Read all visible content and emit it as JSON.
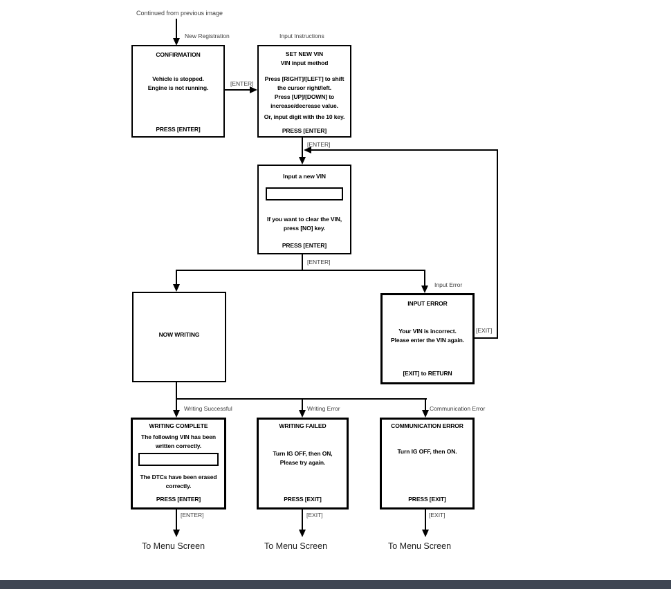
{
  "diagram": {
    "continued_label": "Continued from previous image",
    "branch_labels": {
      "new_registration": "New Registration",
      "input_instructions": "Input Instructions",
      "input_error": "Input Error",
      "writing_successful": "Writing Successful",
      "writing_error": "Writing Error",
      "communication_error": "Communication Error"
    },
    "key_labels": {
      "enter": "[ENTER]",
      "exit": "[EXIT]"
    },
    "to_menu_screen": "To Menu Screen",
    "boxes": {
      "confirmation": {
        "title": "CONFIRMATION",
        "line1": "Vehicle is stopped.",
        "line2": "Engine is not running.",
        "footer": "PRESS [ENTER]"
      },
      "set_new_vin": {
        "title1": "SET NEW VIN",
        "title2": "VIN input method",
        "line1": "Press [RIGHT]/[LEFT] to shift",
        "line2": "the cursor right/left.",
        "line3": "Press [UP]/[DOWN] to",
        "line4": "increase/decrease value.",
        "line5": "Or, input digit with the 10 key.",
        "footer": "PRESS [ENTER]"
      },
      "input_new_vin": {
        "title": "Input a new VIN",
        "vin_field_value": "",
        "line1": "If you want to clear the VIN,",
        "line2": "press [NO] key.",
        "footer": "PRESS [ENTER]"
      },
      "now_writing": {
        "title": "NOW WRITING"
      },
      "input_error": {
        "title": "INPUT ERROR",
        "line1": "Your VIN is incorrect.",
        "line2": "Please enter the VIN again.",
        "footer": "[EXIT] to RETURN"
      },
      "writing_complete": {
        "title": "WRITING COMPLETE",
        "line1": "The following VIN has been",
        "line2": "written correctly.",
        "vin_field_value": "",
        "line3": "The DTCs have been erased",
        "line4": "correctly.",
        "footer": "PRESS [ENTER]"
      },
      "writing_failed": {
        "title": "WRITING FAILED",
        "line1": "Turn IG OFF, then ON,",
        "line2": "Please try again.",
        "footer": "PRESS [EXIT]"
      },
      "communication_error": {
        "title": "COMMUNICATION ERROR",
        "line1": "Turn IG OFF, then ON.",
        "footer": "PRESS [EXIT]"
      }
    },
    "colors": {
      "line": "#000000",
      "taskbar": "#3f4653"
    }
  }
}
